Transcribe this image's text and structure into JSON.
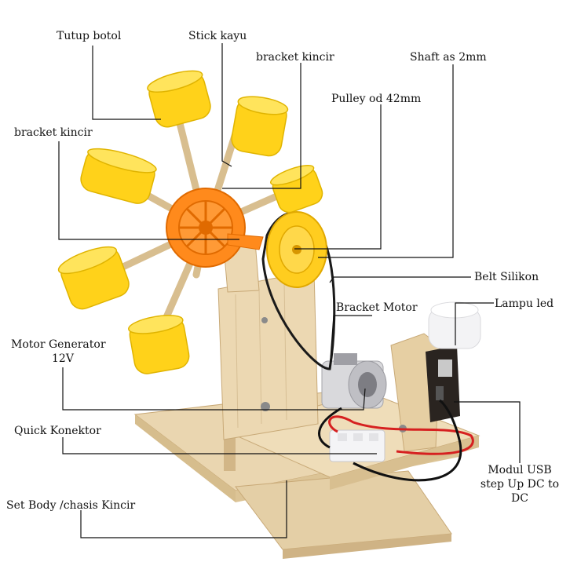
{
  "labels": {
    "tutup_botol": "Tutup botol",
    "stick_kayu": "Stick kayu",
    "bracket_kincir_top": "bracket kincir",
    "shaft": "Shaft as 2mm",
    "pulley": "Pulley od 42mm",
    "bracket_kincir_left": "bracket kincir",
    "belt": "Belt Silikon",
    "bracket_motor": "Bracket Motor",
    "lampu": "Lampu led",
    "motor_generator_1": "Motor Generator",
    "motor_generator_2": "12V",
    "quick_konektor": "Quick Konektor",
    "modul_1": "Modul USB",
    "modul_2": "step Up DC to",
    "modul_3": "DC",
    "body": "Set Body /chasis Kincir"
  },
  "colors": {
    "wood": "#e8d3ad",
    "wood_dark": "#c9ab7a",
    "bottle_cap": "#ffd21a",
    "hub": "#ff8a1c",
    "pulley": "#ffcd1f",
    "belt": "#1a1a1a",
    "wire_red": "#d62020",
    "wire_black": "#111111",
    "motor": "#d9d9dc",
    "led": "#f2f2f4",
    "pcb": "#2a2420"
  }
}
